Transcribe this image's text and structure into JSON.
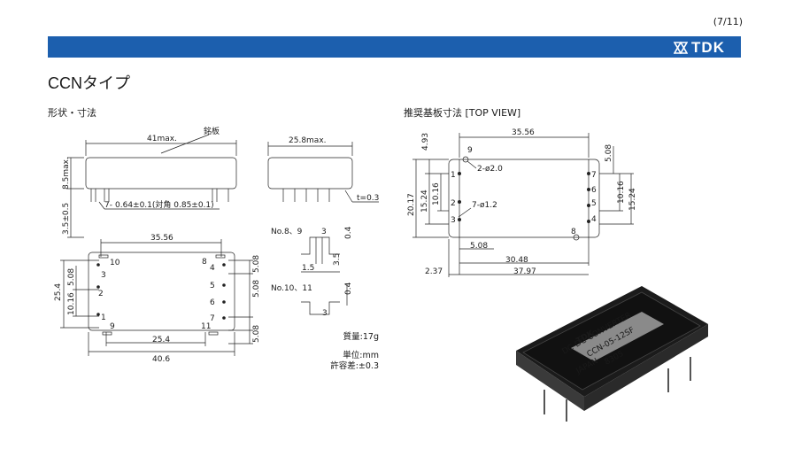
{
  "header": {
    "page_indicator": "(7/11)",
    "brand": "TDK",
    "title": "CCNタイプ"
  },
  "sections": {
    "shape_dimensions": "形状・寸法",
    "recommended_pcb": "推奨基板寸法 [TOP VIEW]"
  },
  "side_view": {
    "length": "41max.",
    "nameplate": "銘板",
    "height": "8.5max.",
    "pin_standoff": "3.5±0.5",
    "pin_callout_prefix": "7-",
    "pin_callout": "0.64±0.1(対角 0.85±0.1)"
  },
  "end_view": {
    "width": "25.8max.",
    "thickness": "t=0.3"
  },
  "bottom_view": {
    "pitch_top": "35.56",
    "pitch_bottom": "25.4",
    "overall": "40.6",
    "left_total": "25.4",
    "left_a": "5.08",
    "left_b": "10.16",
    "right_top": "5.08",
    "right_mid": "5.08",
    "right_bot": "5.08",
    "pins": [
      "1",
      "2",
      "3",
      "4",
      "5",
      "6",
      "7",
      "8",
      "9",
      "10",
      "11"
    ]
  },
  "pin_detail": {
    "label_a": "No.8、9",
    "label_b": "No.10、11",
    "dim_3": "3",
    "dim_04": "0.4",
    "dim_35": "3.5",
    "dim_15": "1.5",
    "dim_04b": "0.4",
    "dim_3b": "3"
  },
  "notes": {
    "weight": "質量:17g",
    "unit": "単位:mm",
    "tolerance": "許容差:±0.3"
  },
  "pcb": {
    "top_pitch": "35.56",
    "d_493": "4.93",
    "d_508": "5.08",
    "d_2017": "20.17",
    "d_1524": "15.24",
    "d_1016": "10.16",
    "d_1016r": "10.16",
    "d_1524r": "15.24",
    "hole_big": "2-ø2.0",
    "hole_small": "7-ø1.2",
    "d_508b": "5.08",
    "d_3048": "30.48",
    "d_237": "2.37",
    "d_3797": "37.97",
    "pins": [
      "1",
      "2",
      "3",
      "4",
      "5",
      "6",
      "7",
      "8",
      "9"
    ]
  },
  "product": {
    "brand": "TDK",
    "line1": "DC-DC CONVERTER",
    "model": "CCN-05-12SF",
    "lot": "8305",
    "origin": "JAPAN"
  }
}
